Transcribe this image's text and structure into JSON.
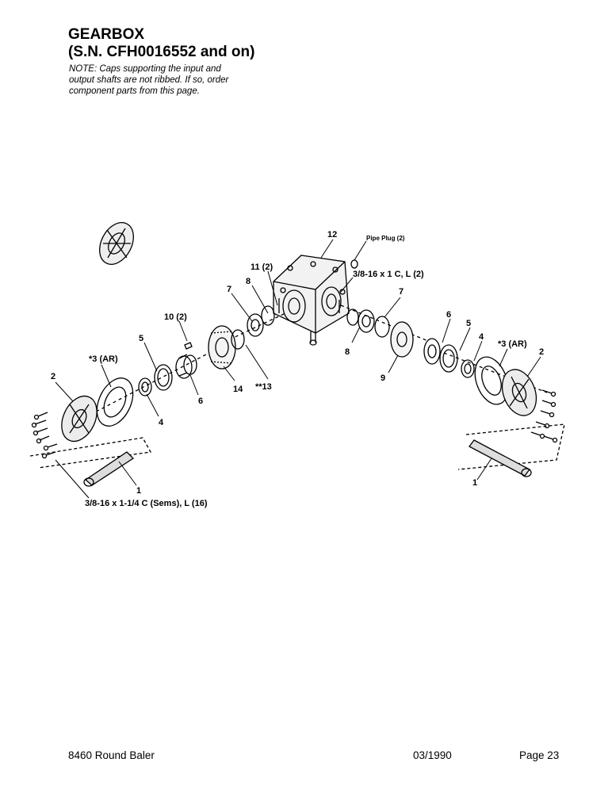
{
  "header": {
    "title_line1": "GEARBOX",
    "title_line2": "(S.N. CFH0016552 and on)",
    "note_line1": "NOTE: Caps supporting the input and",
    "note_line2": "output shafts are not ribbed. If so, order",
    "note_line3": "component parts from this page."
  },
  "callouts": {
    "c12": "12",
    "pipe_plug": "Pipe Plug (2)",
    "c11": "11 (2)",
    "c8_left": "8",
    "c7_left": "7",
    "c10": "10 (2)",
    "c5_left": "5",
    "c3_left": "*3 (AR)",
    "c2_left": "2",
    "c4_left": "4",
    "c6_left": "6",
    "c14": "14",
    "c13": "**13",
    "c1_left": "1",
    "bolt_left": "3/8-16 x 1-1/4 C (Sems), L (16)",
    "bolt_top": "3/8-16 x 1 C, L (2)",
    "c7_right": "7",
    "c8_right": "8",
    "c9": "9",
    "c6_right": "6",
    "c5_right": "5",
    "c4_right": "4",
    "c3_right": "*3 (AR)",
    "c2_right": "2",
    "c1_right": "1"
  },
  "footer": {
    "model": "8460 Round Baler",
    "date": "03/1990",
    "page": "Page 23"
  }
}
